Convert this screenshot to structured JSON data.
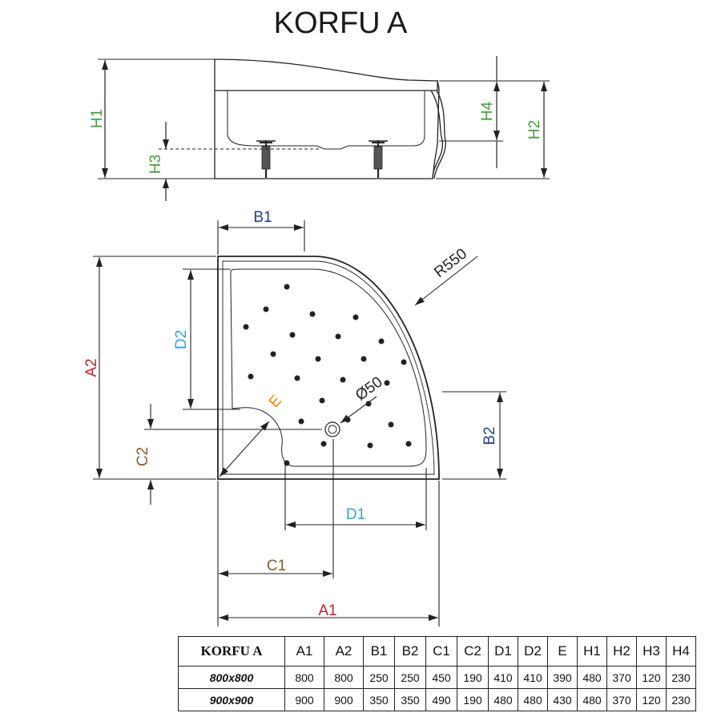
{
  "title": "KORFU A",
  "colors": {
    "A": "#c8202b",
    "B": "#1f3f8f",
    "C": "#8b5a2b",
    "D": "#2aa7df",
    "E": "#f08c00",
    "H": "#3ea33a",
    "line": "#222222"
  },
  "labels": {
    "A1": "A1",
    "A2": "A2",
    "B1": "B1",
    "B2": "B2",
    "C1": "C1",
    "C2": "C2",
    "D1": "D1",
    "D2": "D2",
    "E": "E",
    "H1": "H1",
    "H2": "H2",
    "H3": "H3",
    "H4": "H4",
    "radius": "R550",
    "drain": "Ø50"
  },
  "table": {
    "model": "KORFU A",
    "columns": [
      "A1",
      "A2",
      "B1",
      "B2",
      "C1",
      "C2",
      "D1",
      "D2",
      "E",
      "H1",
      "H2",
      "H3",
      "H4"
    ],
    "rows": [
      {
        "name": "800x800",
        "values": [
          "800",
          "800",
          "250",
          "250",
          "450",
          "190",
          "410",
          "410",
          "390",
          "480",
          "370",
          "120",
          "230"
        ]
      },
      {
        "name": "900x900",
        "values": [
          "900",
          "900",
          "350",
          "350",
          "490",
          "190",
          "480",
          "480",
          "430",
          "480",
          "370",
          "120",
          "230"
        ]
      }
    ]
  }
}
